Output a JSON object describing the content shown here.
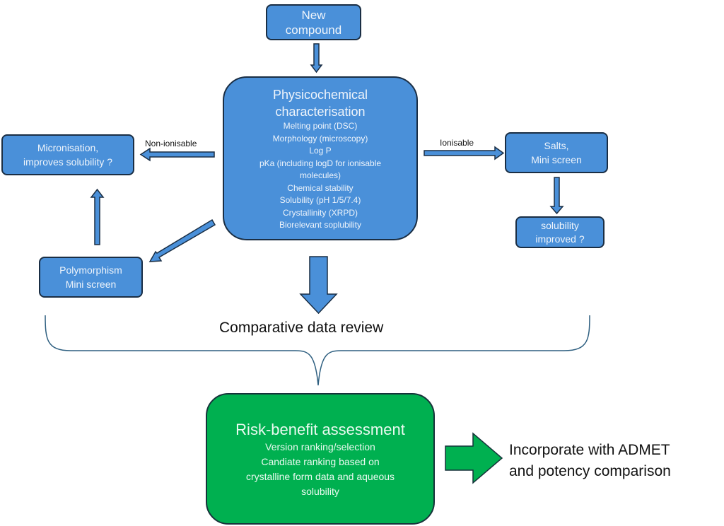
{
  "nodes": {
    "new_compound": [
      "New",
      "compound"
    ],
    "physchem": {
      "title": [
        "Physicochemical",
        "characterisation"
      ],
      "items": [
        "Melting point (DSC)",
        "Morphology (microscopy)",
        "Log P",
        "pKa (including logD for ionisable",
        "molecules)",
        "Chemical stability",
        "Solubility (pH 1/5/7.4)",
        "Crystallinity (XRPD)",
        "Biorelevant soplubility"
      ]
    },
    "micronisation": [
      "Micronisation,",
      "improves solubility ?"
    ],
    "salts": [
      "Salts,",
      "Mini screen"
    ],
    "solubility_improved": [
      "solubility",
      "improved ?"
    ],
    "polymorphism": [
      "Polymorphism",
      "Mini screen"
    ],
    "risk_benefit": {
      "title": "Risk-benefit assessment",
      "items": [
        "Version ranking/selection",
        "Candiate ranking based on",
        "crystalline form data and aqueous",
        "solubility"
      ]
    }
  },
  "edge_labels": {
    "non_ionisable": "Non-ionisable",
    "ionisable": "Ionisable"
  },
  "texts": {
    "comparative_review": "Comparative data review",
    "incorporate": [
      "Incorporate with ADMET",
      "and potency comparison"
    ]
  },
  "colors": {
    "blue_fill": "#4a90d9",
    "green_fill": "#00b050",
    "outline": "#1a2e44",
    "brace": "#2e5f80"
  }
}
